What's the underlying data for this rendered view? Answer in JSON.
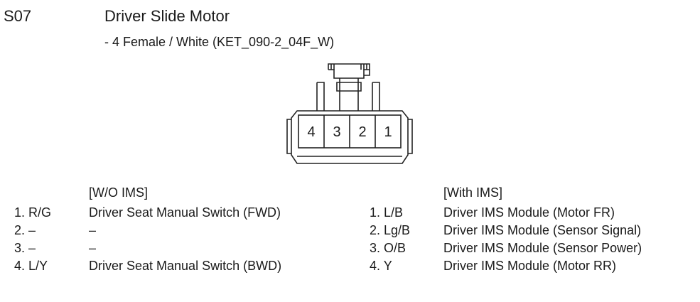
{
  "header": {
    "code": "S07",
    "title": "Driver Slide Motor",
    "subtitle": "- 4 Female / White (KET_090-2_04F_W)"
  },
  "connector": {
    "pin_labels": [
      "4",
      "3",
      "2",
      "1"
    ]
  },
  "without_ims": {
    "heading": "[W/O IMS]",
    "rows": [
      {
        "pin": "1. R/G",
        "desc": "Driver Seat Manual Switch (FWD)"
      },
      {
        "pin": "2. –",
        "desc": "–"
      },
      {
        "pin": "3. –",
        "desc": "–"
      },
      {
        "pin": "4. L/Y",
        "desc": "Driver Seat Manual Switch (BWD)"
      }
    ]
  },
  "with_ims": {
    "heading": "[With IMS]",
    "rows": [
      {
        "pin": "1. L/B",
        "desc": "Driver IMS Module (Motor FR)"
      },
      {
        "pin": "2. Lg/B",
        "desc": "Driver IMS Module (Sensor Signal)"
      },
      {
        "pin": "3. O/B",
        "desc": "Driver IMS Module (Sensor Power)"
      },
      {
        "pin": "4. Y",
        "desc": "Driver IMS Module (Motor RR)"
      }
    ]
  }
}
